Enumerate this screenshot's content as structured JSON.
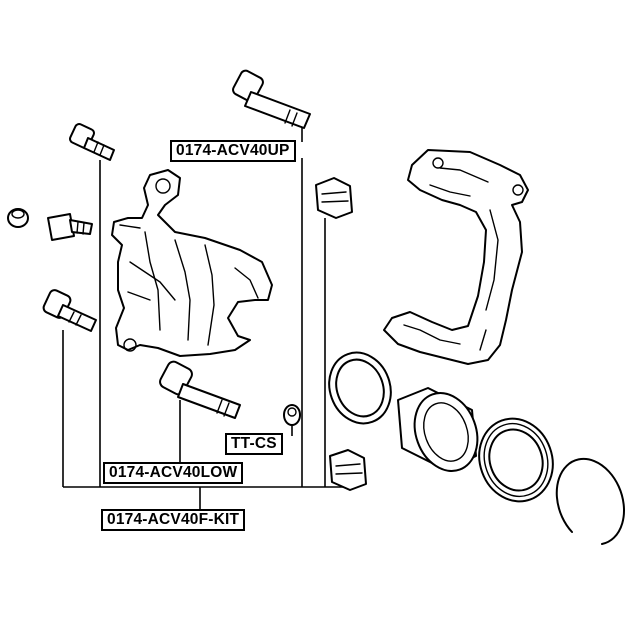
{
  "labels": {
    "upper_pin": "0174-ACV40UP",
    "boot": "TT-CS",
    "lower_pin": "0174-ACV40LOW",
    "kit": "0174-ACV40F-KIT"
  },
  "colors": {
    "line": "#000000",
    "background": "#ffffff"
  }
}
